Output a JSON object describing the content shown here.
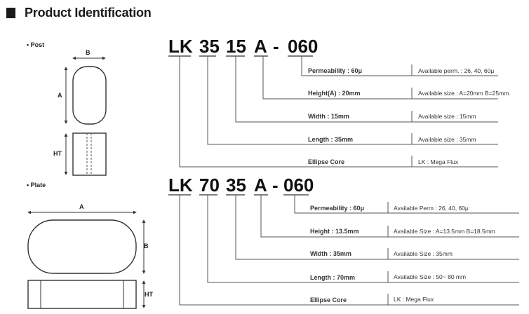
{
  "header": {
    "title": "Product Identification"
  },
  "post": {
    "section_label": "Post",
    "dim_b": "B",
    "dim_a": "A",
    "dim_ht": "HT",
    "code": {
      "c0": "LK",
      "c1": "35",
      "c2": "15",
      "c3": "A",
      "c4": "-",
      "c5": "060"
    },
    "rows": [
      {
        "label": "Permeability : 60μ",
        "available": "Available perm. : 26, 40, 60μ"
      },
      {
        "label": "Height(A) : 20mm",
        "available": "Available size : A=20mm B=25mm"
      },
      {
        "label": "Width : 15mm",
        "available": "Available size : 15mm"
      },
      {
        "label": "Length : 35mm",
        "available": "Available size : 35mm"
      },
      {
        "label": "Ellipse Core",
        "available": "LK : Mega Flux"
      }
    ]
  },
  "plate": {
    "section_label": "Plate",
    "dim_a": "A",
    "dim_b": "B",
    "dim_ht": "HT",
    "code": {
      "c0": "LK",
      "c1": "70",
      "c2": "35",
      "c3": "A",
      "c4": "-",
      "c5": "060"
    },
    "rows": [
      {
        "label": "Permeability : 60μ",
        "available": "Available Perm : 26, 40, 60μ"
      },
      {
        "label": "Height : 13.5mm",
        "available": "Available Size : A=13.5mm B=18.5mm"
      },
      {
        "label": "Width : 35mm",
        "available": "Available Size : 35mm"
      },
      {
        "label": "Length : 70mm",
        "available": "Available Size : 50~ 80 mm"
      },
      {
        "label": "Ellipse Core",
        "available": "LK : Mega Flux"
      }
    ]
  },
  "colors": {
    "text": "#222222",
    "line": "#555555",
    "title_bar": "#1a1a1a"
  }
}
